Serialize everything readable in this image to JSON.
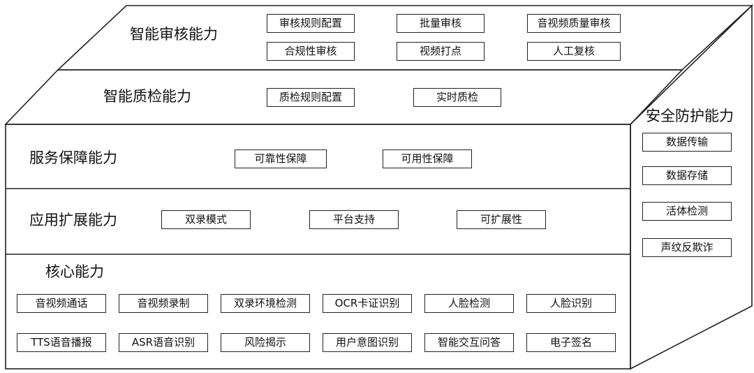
{
  "layers": {
    "review": {
      "title": "智能审核能力",
      "items": [
        "审核规则配置",
        "批量审核",
        "音视频质量审核",
        "合规性审核",
        "视频打点",
        "人工复核"
      ]
    },
    "qc": {
      "title": "智能质检能力",
      "items": [
        "质检规则配置",
        "实时质检"
      ]
    },
    "service": {
      "title": "服务保障能力",
      "items": [
        "可靠性保障",
        "可用性保障"
      ]
    },
    "extension": {
      "title": "应用扩展能力",
      "items": [
        "双录模式",
        "平台支持",
        "可扩展性"
      ]
    },
    "core": {
      "title": "核心能力",
      "items": [
        "音视频通话",
        "音视频录制",
        "双录环境检测",
        "OCR卡证识别",
        "人脸检测",
        "人脸识别",
        "TTS语音播报",
        "ASR语音识别",
        "风险揭示",
        "用户意图识别",
        "智能交互问答",
        "电子签名"
      ]
    },
    "security": {
      "title": "安全防护能力",
      "items": [
        "数据传输",
        "数据存储",
        "活体检测",
        "声纹反欺诈"
      ]
    }
  },
  "colors": {
    "line": "#222222",
    "box_fill": "#ffffff",
    "background": "#ffffff"
  }
}
